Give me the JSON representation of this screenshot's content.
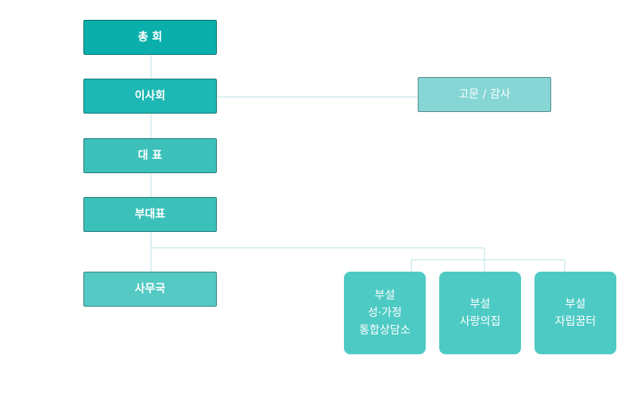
{
  "colors": {
    "connector": "#b9e3e6",
    "general_assembly": "#0aafab",
    "board": "#1db8b3",
    "representative": "#3bc1ba",
    "vice_representative": "#3bc1ba",
    "secretariat": "#55c9c4",
    "advisor": "#86d6d6",
    "affiliates": "#4ecac4"
  },
  "nodes": {
    "general_assembly": "총 회",
    "board": "이사회",
    "representative": "대 표",
    "vice_representative": "부대표",
    "secretariat": "사무국",
    "advisor": "고문 / 감사"
  },
  "affiliates": [
    {
      "line1": "부설",
      "line2": "성·가정",
      "line3": "통합상담소"
    },
    {
      "line1": "부설",
      "line2": "사랑의집"
    },
    {
      "line1": "부설",
      "line2": "자립꿈터"
    }
  ]
}
